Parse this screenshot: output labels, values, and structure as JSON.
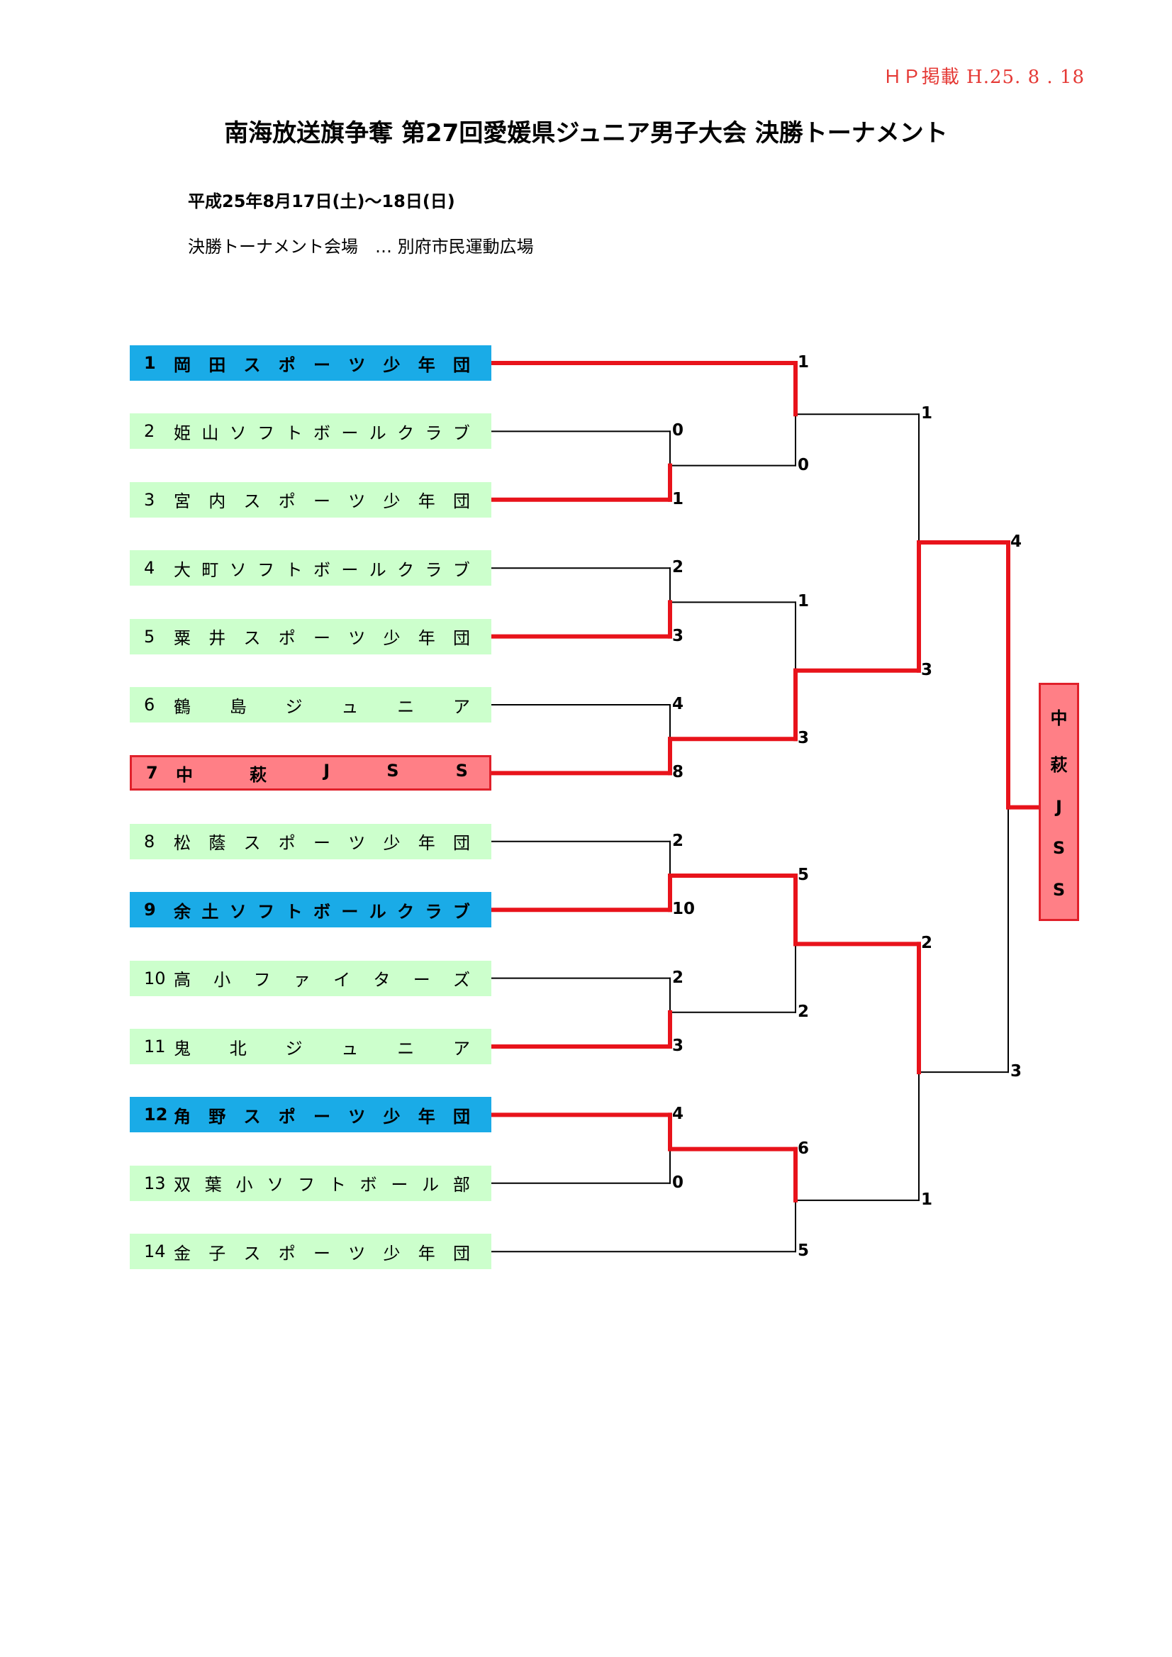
{
  "header": {
    "hp_note": "ＨＰ掲載 H.25. 8 . 18",
    "title": "南海放送旗争奪 第27回愛媛県ジュニア男子大会 決勝トーナメント",
    "date": "平成25年8月17日(土)～18日(日)",
    "venue": "決勝トーナメント会場　… 別府市民運動広場"
  },
  "teams": [
    {
      "seed": "1",
      "name": "岡田スポーツ少年団",
      "style": "blue"
    },
    {
      "seed": "2",
      "name": "姫山ソフトボールクラブ",
      "style": "green"
    },
    {
      "seed": "3",
      "name": "宮内スポーツ少年団",
      "style": "green"
    },
    {
      "seed": "4",
      "name": "大町ソフトボールクラブ",
      "style": "green"
    },
    {
      "seed": "5",
      "name": "粟井スポーツ少年団",
      "style": "green"
    },
    {
      "seed": "6",
      "name": "鶴島ジュニア",
      "style": "green"
    },
    {
      "seed": "7",
      "name": "中萩JSS",
      "style": "red"
    },
    {
      "seed": "8",
      "name": "松蔭スポーツ少年団",
      "style": "green"
    },
    {
      "seed": "9",
      "name": "余土ソフトボールクラブ",
      "style": "blue"
    },
    {
      "seed": "10",
      "name": "高小ファイターズ",
      "style": "green"
    },
    {
      "seed": "11",
      "name": "鬼北ジュニア",
      "style": "green"
    },
    {
      "seed": "12",
      "name": "角野スポーツ少年団",
      "style": "blue"
    },
    {
      "seed": "13",
      "name": "双葉小ソフトボール部",
      "style": "green"
    },
    {
      "seed": "14",
      "name": "金子スポーツ少年団",
      "style": "green"
    }
  ],
  "matches": [
    {
      "id": "r1a",
      "a": "t2",
      "b": "t3",
      "score_a": "0",
      "score_b": "1",
      "winner": "b"
    },
    {
      "id": "r1b",
      "a": "t4",
      "b": "t5",
      "score_a": "2",
      "score_b": "3",
      "winner": "b"
    },
    {
      "id": "r1c",
      "a": "t6",
      "b": "t7",
      "score_a": "4",
      "score_b": "8",
      "winner": "b"
    },
    {
      "id": "r1d",
      "a": "t8",
      "b": "t9",
      "score_a": "2",
      "score_b": "10",
      "winner": "b"
    },
    {
      "id": "r1e",
      "a": "t10",
      "b": "t11",
      "score_a": "2",
      "score_b": "3",
      "winner": "b"
    },
    {
      "id": "r1f",
      "a": "t12",
      "b": "t13",
      "score_a": "4",
      "score_b": "0",
      "winner": "a"
    },
    {
      "id": "r2a",
      "a": "t1",
      "b": "r1a",
      "score_a": "1",
      "score_b": "0",
      "winner": "a"
    },
    {
      "id": "r2b",
      "a": "r1b",
      "b": "r1c",
      "score_a": "1",
      "score_b": "3",
      "winner": "b"
    },
    {
      "id": "r2c",
      "a": "r1d",
      "b": "r1e",
      "score_a": "5",
      "score_b": "2",
      "winner": "a"
    },
    {
      "id": "r2d",
      "a": "r1f",
      "b": "t14",
      "score_a": "6",
      "score_b": "5",
      "winner": "a"
    },
    {
      "id": "sfa",
      "a": "r2a",
      "b": "r2b",
      "score_a": "1",
      "score_b": "3",
      "winner": "b"
    },
    {
      "id": "sfb",
      "a": "r2c",
      "b": "r2d",
      "score_a": "2",
      "score_b": "1",
      "winner": "a"
    },
    {
      "id": "fin",
      "a": "sfa",
      "b": "sfb",
      "score_a": "4",
      "score_b": "3",
      "winner": "a"
    }
  ],
  "champion": {
    "name": "中萩JSS"
  },
  "colors": {
    "win_line": "#e8131b",
    "line": "#000000",
    "green": "#ccffcc",
    "blue": "#1aabe7",
    "red": "#ff7f86"
  }
}
